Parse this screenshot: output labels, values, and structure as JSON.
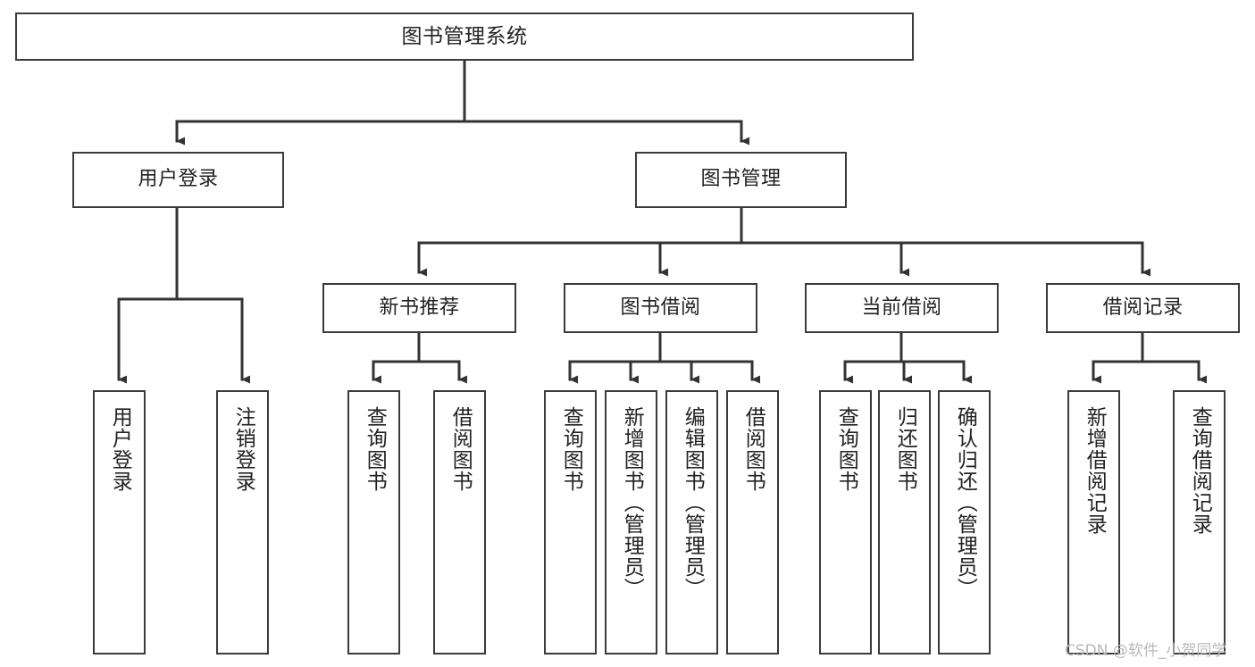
{
  "diagram": {
    "type": "tree-hierarchy",
    "title": "图书管理系统",
    "root": {
      "id": "root",
      "label": "图书管理系统"
    },
    "level1": [
      {
        "id": "user-login",
        "label": "用户登录"
      },
      {
        "id": "book-management",
        "label": "图书管理"
      }
    ],
    "level2": [
      {
        "id": "new-book-recommend",
        "label": "新书推荐",
        "parent": "book-management"
      },
      {
        "id": "book-borrow",
        "label": "图书借阅",
        "parent": "book-management"
      },
      {
        "id": "current-borrow",
        "label": "当前借阅",
        "parent": "book-management"
      },
      {
        "id": "borrow-record",
        "label": "借阅记录",
        "parent": "book-management"
      }
    ],
    "leaves": [
      {
        "id": "leaf-user-login",
        "label": "用户登录",
        "parent": "user-login"
      },
      {
        "id": "leaf-logout-login",
        "label": "注销登录",
        "parent": "user-login"
      },
      {
        "id": "leaf-query-book-1",
        "label": "查询图书",
        "parent": "new-book-recommend"
      },
      {
        "id": "leaf-borrow-book-1",
        "label": "借阅图书",
        "parent": "new-book-recommend"
      },
      {
        "id": "leaf-query-book-2",
        "label": "查询图书",
        "parent": "book-borrow"
      },
      {
        "id": "leaf-add-book",
        "label": "新增图书（管理员）",
        "parent": "book-borrow"
      },
      {
        "id": "leaf-edit-book",
        "label": "编辑图书（管理员）",
        "parent": "book-borrow"
      },
      {
        "id": "leaf-borrow-book-2",
        "label": "借阅图书",
        "parent": "book-borrow"
      },
      {
        "id": "leaf-query-book-3",
        "label": "查询图书",
        "parent": "current-borrow"
      },
      {
        "id": "leaf-return-book",
        "label": "归还图书",
        "parent": "current-borrow"
      },
      {
        "id": "leaf-confirm-return",
        "label": "确认归还（管理员）",
        "parent": "current-borrow"
      },
      {
        "id": "leaf-add-record",
        "label": "新增借阅记录",
        "parent": "borrow-record"
      },
      {
        "id": "leaf-query-record",
        "label": "查询借阅记录",
        "parent": "borrow-record"
      }
    ],
    "colors": {
      "box_border": "#3b3b3b",
      "box_fill": "#ffffff",
      "connector": "#333333",
      "text": "#222222",
      "watermark": "#b9b9b9",
      "background": "#ffffff"
    }
  },
  "watermark": {
    "text": "CSDN @软件_小贺同学"
  }
}
